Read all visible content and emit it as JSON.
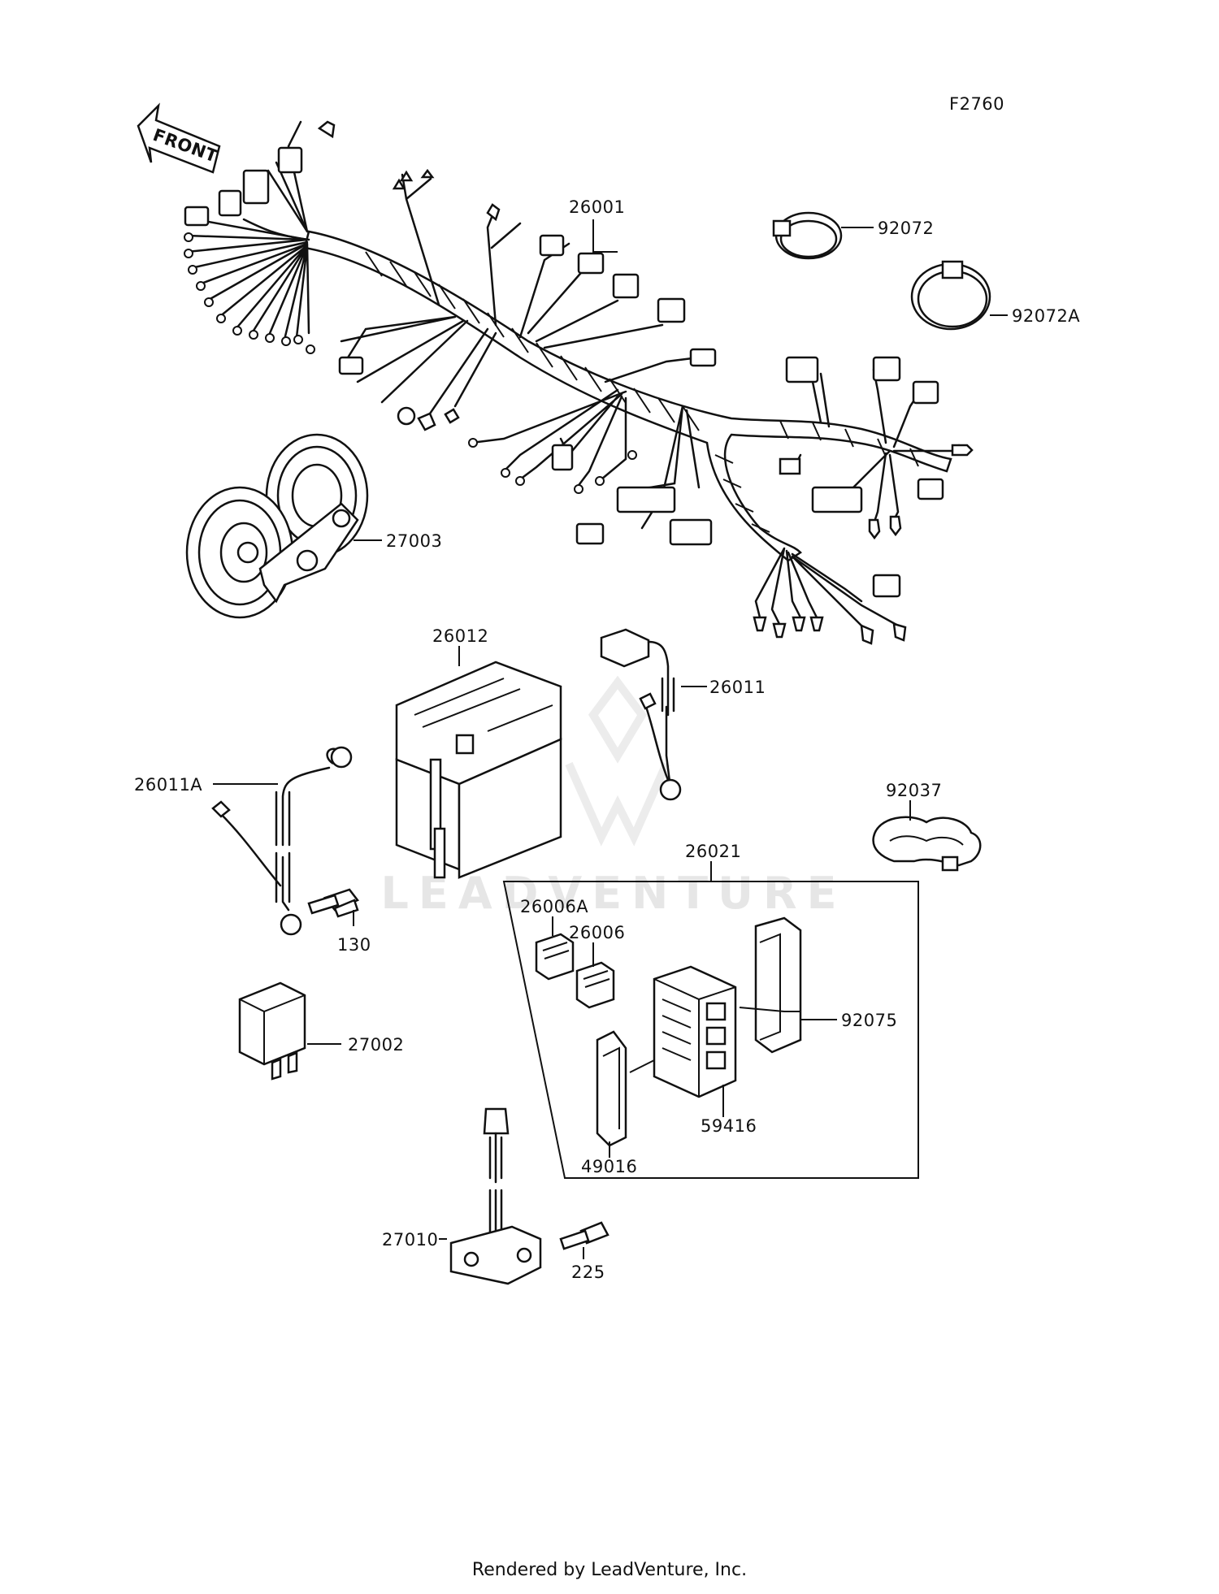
{
  "diagram": {
    "figure_code": "F2760",
    "front_arrow_label": "FRONT",
    "watermark_text": "LEADVENTURE",
    "footer_text": "Rendered by LeadVenture, Inc."
  },
  "callouts": [
    {
      "id": "c26001",
      "label": "26001"
    },
    {
      "id": "c92072",
      "label": "92072"
    },
    {
      "id": "c92072A",
      "label": "92072A"
    },
    {
      "id": "c27003",
      "label": "27003"
    },
    {
      "id": "c26012",
      "label": "26012"
    },
    {
      "id": "c26011",
      "label": "26011"
    },
    {
      "id": "c26011A",
      "label": "26011A"
    },
    {
      "id": "c92037",
      "label": "92037"
    },
    {
      "id": "c26021",
      "label": "26021"
    },
    {
      "id": "c26006A",
      "label": "26006A"
    },
    {
      "id": "c26006",
      "label": "26006"
    },
    {
      "id": "c130",
      "label": "130"
    },
    {
      "id": "c27002",
      "label": "27002"
    },
    {
      "id": "c92075",
      "label": "92075"
    },
    {
      "id": "c59416",
      "label": "59416"
    },
    {
      "id": "c49016",
      "label": "49016"
    },
    {
      "id": "c27010",
      "label": "27010"
    },
    {
      "id": "c225",
      "label": "225"
    }
  ]
}
